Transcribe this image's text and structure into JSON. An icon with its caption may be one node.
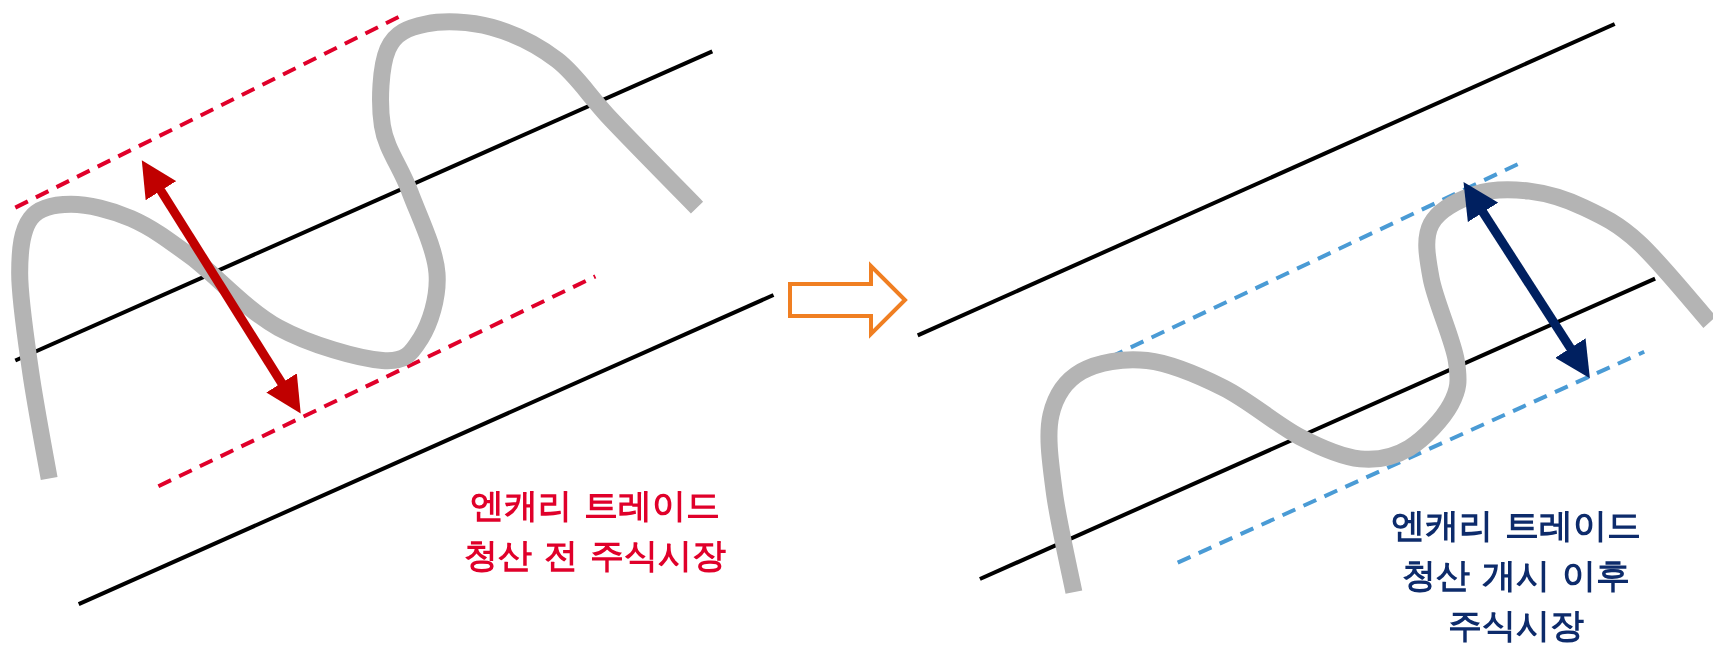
{
  "diagram": {
    "nodes": [
      {
        "text": [
          "엔캐리 트레이드 청산 전 주식시장"
        ]
      },
      {
        "text": [
          "엔캐리 트레이드 청산 개시 이후 주식시장"
        ]
      }
    ],
    "edges": [
      {
        "from": 0,
        "to": 1,
        "arrow": "to"
      }
    ]
  }
}
